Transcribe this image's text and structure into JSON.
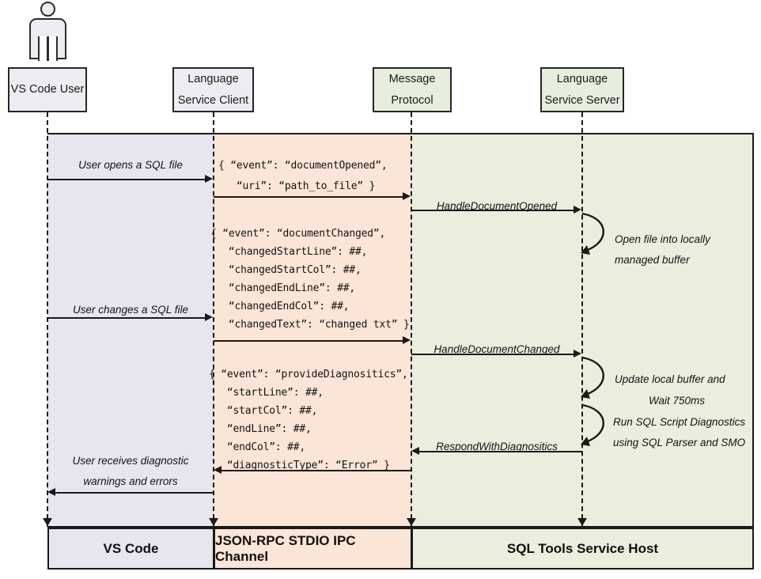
{
  "diagram": {
    "title": "SQL Tools Service sequence diagram",
    "actor": {
      "name": "vs-code-user-actor"
    },
    "participants": [
      {
        "id": "vs-code-user",
        "line1": "VS Code User",
        "line2": ""
      },
      {
        "id": "language-service-client",
        "line1": "Language",
        "line2": "Service Client"
      },
      {
        "id": "message-protocol",
        "line1": "Message",
        "line2": "Protocol"
      },
      {
        "id": "language-service-server",
        "line1": "Language",
        "line2": "Service Server"
      }
    ],
    "bands": [
      {
        "id": "vs-code-band",
        "color": "#e7e5ef"
      },
      {
        "id": "ipc-band",
        "color": "#fbe5d6"
      },
      {
        "id": "service-band",
        "color": "#e9eedd"
      }
    ],
    "messages": [
      {
        "id": "user-opens-sql-file",
        "label": "User opens a SQL file"
      },
      {
        "id": "handle-document-opened",
        "label": "HandleDocumentOpened"
      },
      {
        "id": "user-changes-sql-file",
        "label": "User changes a SQL file"
      },
      {
        "id": "handle-document-changed",
        "label": "HandleDocumentChanged"
      },
      {
        "id": "respond-with-diagnostics",
        "label": "RespondWithDiagnositics"
      },
      {
        "id": "user-receives-diagnostics",
        "line1": "User receives diagnostic",
        "line2": "warnings and errors"
      }
    ],
    "self_notes": [
      {
        "id": "open-file-note",
        "line1": "Open file into locally",
        "line2": "managed buffer"
      },
      {
        "id": "update-buffer-note",
        "line1": "Update local buffer and",
        "line2": "Wait 750ms"
      },
      {
        "id": "run-diagnostics-note",
        "line1": "Run SQL Script Diagnostics",
        "line2": "using SQL Parser and SMO"
      }
    ],
    "payloads": [
      {
        "id": "document-opened-payload",
        "lines": [
          "{ “event”: “documentOpened”,",
          "   “uri”: “path_to_file” }"
        ]
      },
      {
        "id": "document-changed-payload",
        "lines": [
          "{ “event”: “documentChanged”,",
          "   “changedStartLine”: ##,",
          "   “changedStartCol”: ##,",
          "   “changedEndLine”: ##,",
          "   “changedEndCol”: ##,",
          "   “changedText”: “changed txt” }"
        ]
      },
      {
        "id": "provide-diagnostics-payload",
        "lines": [
          "{ “event”: “provideDiagnositics”,",
          "   “startLine”: ##,",
          "   “startCol”: ##,",
          "   “endLine”: ##,",
          "   “endCol”: ##,",
          "   “diagnosticType”: “Error” }"
        ]
      }
    ],
    "footer": [
      {
        "id": "footer-vs-code",
        "label": "VS Code"
      },
      {
        "id": "footer-ipc",
        "label": "JSON-RPC STDIO IPC Channel"
      },
      {
        "id": "footer-host",
        "label": "SQL Tools Service Host"
      }
    ]
  }
}
